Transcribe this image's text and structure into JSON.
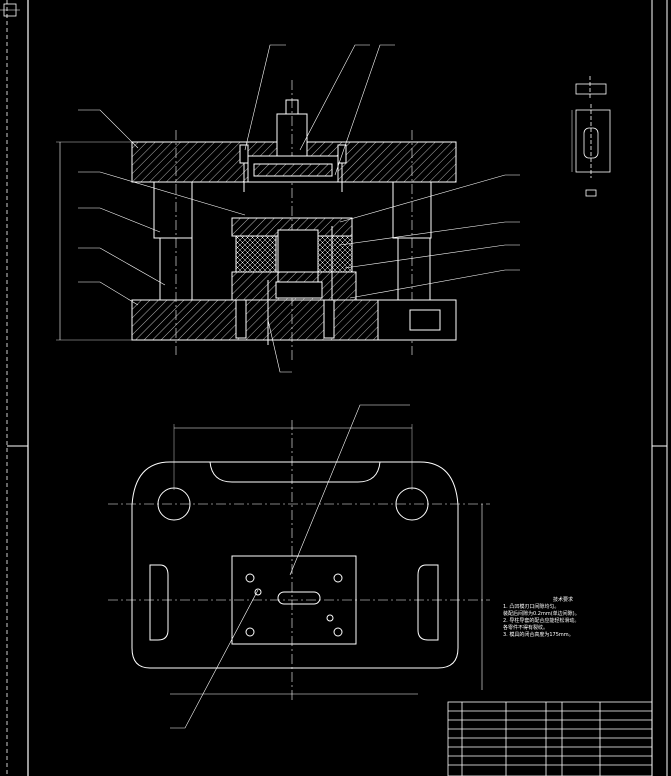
{
  "notes": {
    "title": "技术要求",
    "lines": [
      "1. 凸凹模刃口间隙均匀。",
      "   装配后间隙为0.2mm(单边间隙)。",
      "2. 导柱导套的配合应能轻松滑动。",
      "   各零件不得有裂纹。",
      "3. 模具的闭合高度为175mm。"
    ]
  },
  "colors": {
    "background": "#000000",
    "lines": "#ffffff"
  }
}
